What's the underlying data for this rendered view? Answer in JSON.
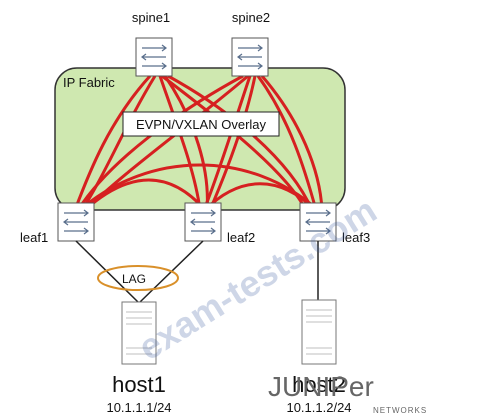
{
  "fabric": {
    "label": "IP Fabric",
    "fill": "#cfe8b0"
  },
  "overlay": {
    "label": "EVPN/VXLAN Overlay"
  },
  "spines": [
    {
      "label": "spine1"
    },
    {
      "label": "spine2"
    }
  ],
  "leaves": [
    {
      "label": "leaf1"
    },
    {
      "label": "leaf2"
    },
    {
      "label": "leaf3"
    }
  ],
  "lag": {
    "label": "LAG",
    "color": "#d9902a"
  },
  "hosts": [
    {
      "name": "host1",
      "ip": "10.1.1.1/24"
    },
    {
      "name": "host2",
      "ip": "10.1.1.2/24"
    }
  ],
  "watermark": "exam-tests.com",
  "brand": {
    "name": "JUNIPer",
    "sub": "NETWORKS"
  },
  "colors": {
    "fabric_links": "#d62020",
    "host_links": "#222222"
  }
}
